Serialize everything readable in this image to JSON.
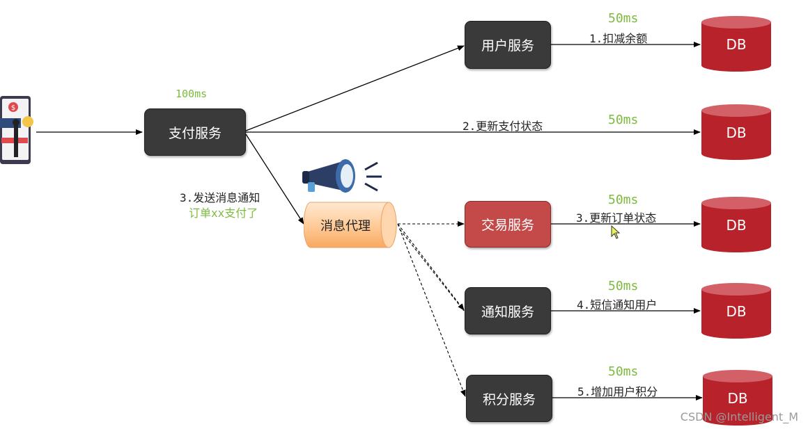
{
  "nodes": {
    "pay": "支付服务",
    "user": "用户服务",
    "trade": "交易服务",
    "notify": "通知服务",
    "points": "积分服务",
    "broker": "消息代理"
  },
  "db_label": "DB",
  "edges": {
    "deduct": "1.扣减余额",
    "update_pay": "2.更新支付状态",
    "send_msg": "3.发送消息通知",
    "send_msg_sub": "订单xx支付了",
    "update_order": "3.更新订单状态",
    "sms": "4.短信通知用户",
    "add_points": "5.增加用户积分"
  },
  "timings": {
    "pay": "100ms",
    "user": "50ms",
    "update_pay": "50ms",
    "trade": "50ms",
    "notify": "50ms",
    "points": "50ms"
  },
  "watermark": "CSDN @Intelligent_M",
  "colors": {
    "dark_node": "#3a3a3a",
    "red_node": "#c44a4a",
    "db": "#b8222a",
    "timing": "#7dbb3e",
    "broker": "#ffc995"
  },
  "icons": [
    "payment-terminal-icon",
    "megaphone-icon",
    "cursor-icon"
  ]
}
